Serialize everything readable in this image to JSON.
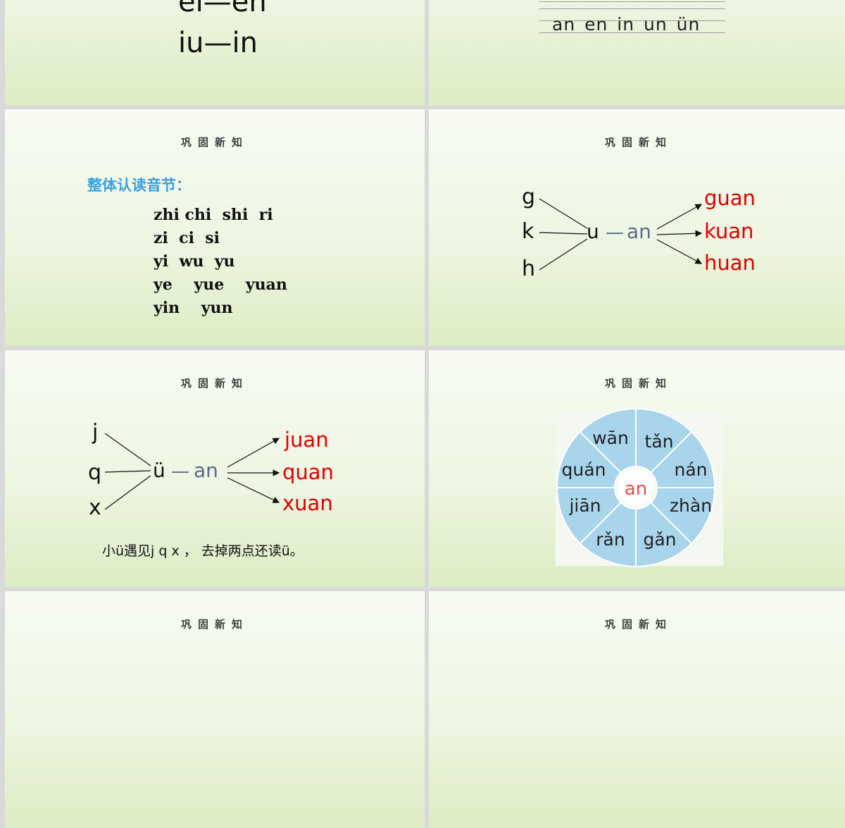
{
  "slide1": {
    "line1": "ei—en",
    "line2": "iu—in"
  },
  "slide2": {
    "finals": "an en in un ün"
  },
  "header": "巩固新知",
  "slide3": {
    "title": "整体认读音节：",
    "rows": [
      "zhi chi  shi  ri",
      "zi  ci  si",
      "yi  wu  yu",
      "ye    yue    yuan",
      "yin    yun"
    ]
  },
  "slide4": {
    "initials": [
      "g",
      "k",
      "h"
    ],
    "medial": "u",
    "dash": "—",
    "final": "an",
    "results": [
      "guan",
      "kuan",
      "huan"
    ],
    "result_color": "#e00000",
    "final_color": "#5a6a8a"
  },
  "slide5": {
    "initials": [
      "j",
      "q",
      "x"
    ],
    "medial": "ü",
    "dash": "—",
    "final": "an",
    "results": [
      "juan",
      "quan",
      "xuan"
    ],
    "note": "小ü遇见j q x ， 去掉两点还读ü。"
  },
  "slide6": {
    "center": "an",
    "petals": [
      "wān",
      "tǎn",
      "nán",
      "zhàn",
      "gǎn",
      "rǎn",
      "jiān",
      "quán"
    ],
    "petal_color": "#a8d4ec",
    "center_color": "#e05050"
  }
}
